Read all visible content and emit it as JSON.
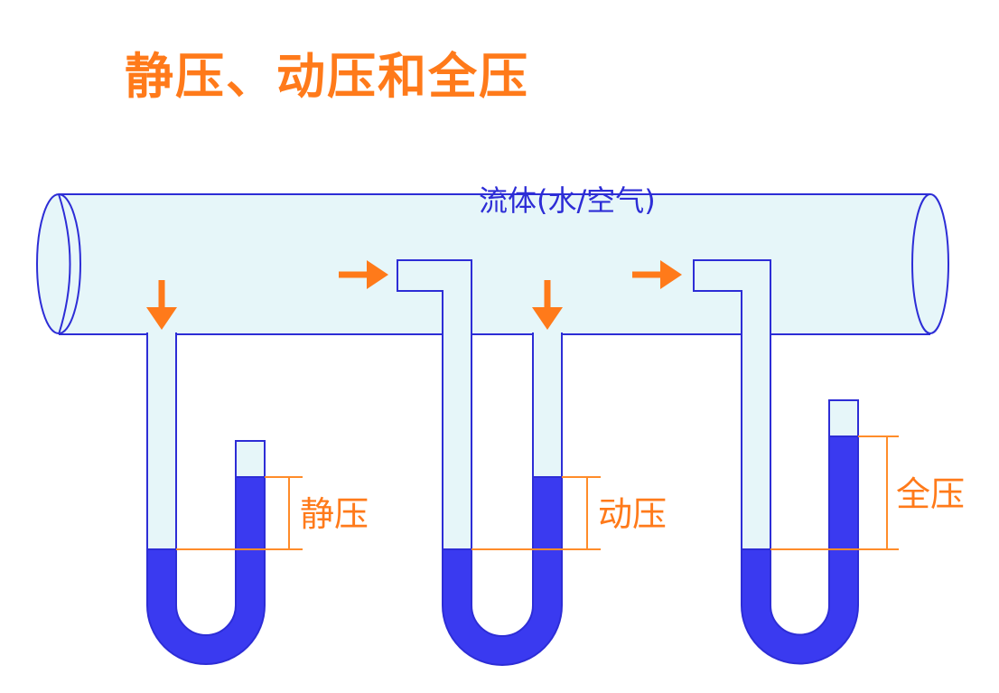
{
  "title": "静压、动压和全压",
  "fluid_label": "流体(水/空气)",
  "gauges": [
    {
      "label": "静压"
    },
    {
      "label": "动压"
    },
    {
      "label": "全压"
    }
  ],
  "colors": {
    "title": "#ff7a1a",
    "pipe_fill": "#e6f6f9",
    "pipe_stroke": "#2d2dd6",
    "liquid": "#3a3af0",
    "arrow": "#ff7a1a",
    "measure_line": "#ff8c2a",
    "fluid_label": "#2d2dd6"
  },
  "icons": [
    "arrow-down-icon",
    "arrow-right-icon"
  ]
}
